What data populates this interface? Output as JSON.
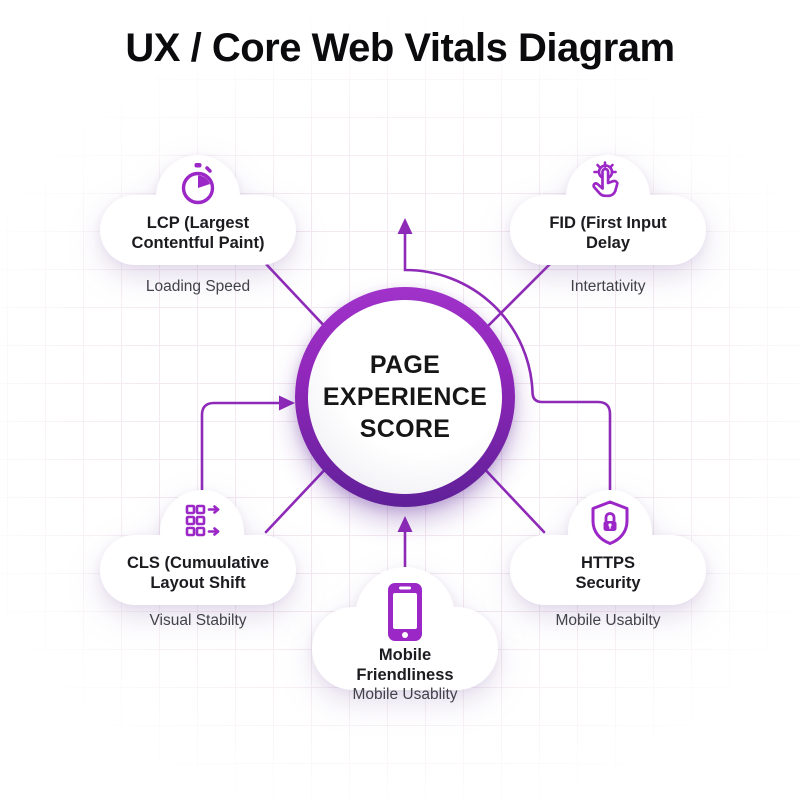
{
  "title": "UX / Core Web Vitals Diagram",
  "center": {
    "line1": "PAGE",
    "line2": "EXPERIENCE",
    "line3": "SCORE"
  },
  "nodes": {
    "lcp": {
      "icon": "stopwatch-icon",
      "line1": "LCP (Largest",
      "line2": "Contentful Paint)",
      "sub": "Loading Speed"
    },
    "fid": {
      "icon": "tap-gesture-icon",
      "line1": "FID (First Input",
      "line2": "Delay",
      "sub": "Intertativity"
    },
    "cls": {
      "icon": "layout-shift-icon",
      "line1": "CLS (Cumuulative",
      "line2": "Layout Shift",
      "sub": "Visual Stabilty"
    },
    "https": {
      "icon": "shield-lock-icon",
      "line1": "HTTPS",
      "line2": "Security",
      "sub": "Mobile Usabilty"
    },
    "mobile": {
      "icon": "smartphone-icon",
      "line1": "Mobile",
      "line2": "Friendliness",
      "sub": "Mobile Usablity"
    }
  },
  "colors": {
    "accent": "#9b27c6",
    "ring_gradient_top": "#a133cb",
    "ring_gradient_bottom": "#5e2097",
    "connector": "#8e2ab8",
    "title_text": "#0b0b0e",
    "node_text": "#1c1c20",
    "sub_text": "#42424b",
    "grid_line": "#f3e9f0",
    "node_background": "#ffffff"
  }
}
